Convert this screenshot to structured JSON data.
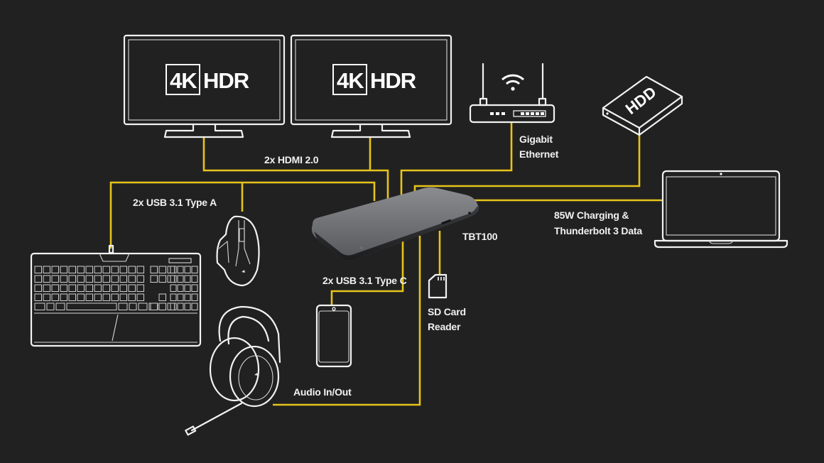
{
  "diagram": {
    "title": "TBT100 connectivity diagram",
    "colors": {
      "background": "#222121",
      "wire": "#e5c41c",
      "outline": "#f2f2f2"
    },
    "hub": {
      "label": "TBT100",
      "icon": "thunderbolt-dock"
    },
    "monitors": [
      {
        "badge": "4K",
        "text": "HDR",
        "icon": "monitor-icon"
      },
      {
        "badge": "4K",
        "text": "HDR",
        "icon": "monitor-icon"
      }
    ],
    "hdd": {
      "text": "HDD",
      "icon": "external-hdd-icon"
    },
    "connections": [
      {
        "id": "hdmi",
        "label_lines": [
          "2x HDMI 2.0"
        ],
        "devices": [
          "monitor-1",
          "monitor-2"
        ]
      },
      {
        "id": "ethernet",
        "label_lines": [
          "Gigabit",
          "Ethernet"
        ],
        "devices": [
          "router"
        ]
      },
      {
        "id": "usb-a",
        "label_lines": [
          "2x USB 3.1 Type A"
        ],
        "devices": [
          "keyboard",
          "mouse"
        ]
      },
      {
        "id": "thunderbolt",
        "label_lines": [
          "85W Charging &",
          "Thunderbolt 3 Data"
        ],
        "devices": [
          "laptop"
        ]
      },
      {
        "id": "usb-c",
        "label_lines": [
          "2x USB 3.1 Type C"
        ],
        "devices": [
          "phone"
        ]
      },
      {
        "id": "sd",
        "label_lines": [
          "SD Card",
          "Reader"
        ],
        "devices": [
          "sd-card"
        ]
      },
      {
        "id": "audio",
        "label_lines": [
          "Audio In/Out"
        ],
        "devices": [
          "headset"
        ]
      },
      {
        "id": "hdd-link",
        "label_lines": [],
        "devices": [
          "hdd"
        ]
      }
    ]
  }
}
